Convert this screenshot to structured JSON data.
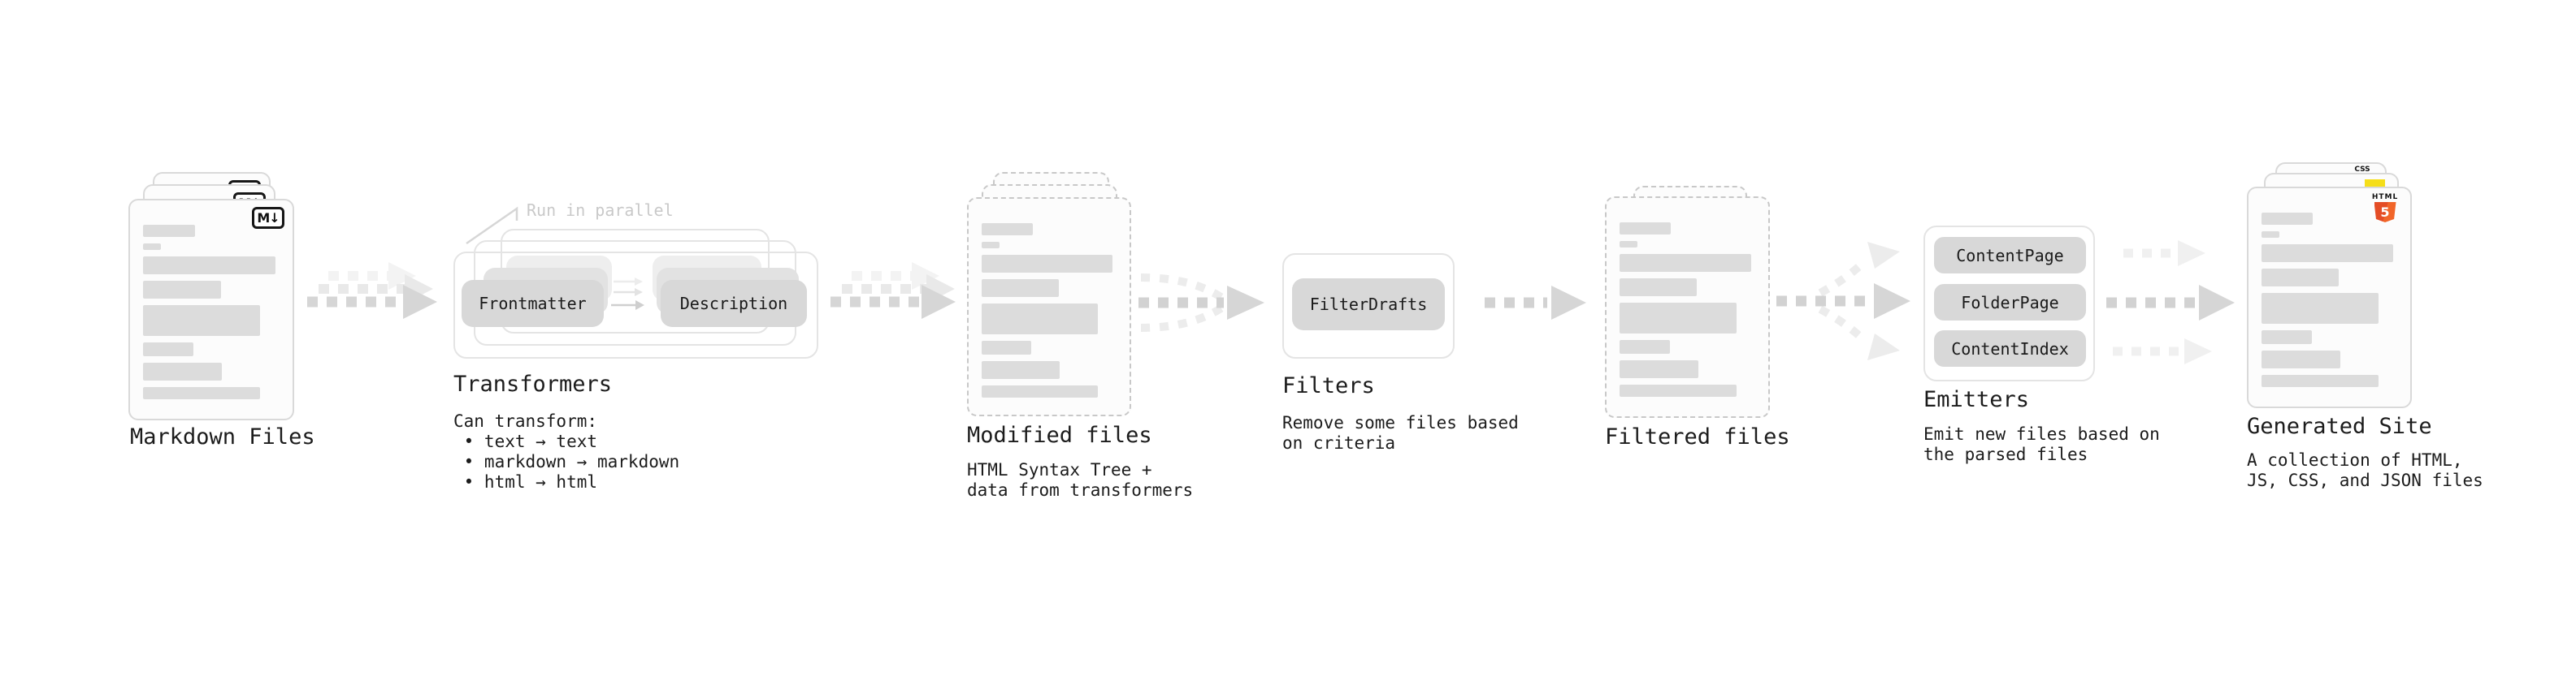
{
  "markdown": {
    "label": "Markdown Files",
    "icon_text": "M↓"
  },
  "transformers": {
    "label": "Transformers",
    "annotation": "Run in parallel",
    "buttons": {
      "frontmatter": "Frontmatter",
      "description": "Description"
    },
    "caption": "Can transform:\n • text → text\n • markdown → markdown\n • html → html"
  },
  "modified": {
    "label": "Modified files",
    "caption": "HTML Syntax Tree +\ndata from transformers"
  },
  "filters": {
    "label": "Filters",
    "button": "FilterDrafts",
    "caption": "Remove some files based\non criteria"
  },
  "filtered": {
    "label": "Filtered files"
  },
  "emitters": {
    "label": "Emitters",
    "buttons": {
      "content_page": "ContentPage",
      "folder_page": "FolderPage",
      "content_index": "ContentIndex"
    },
    "caption": "Emit new files based on\nthe parsed files"
  },
  "generated": {
    "label": "Generated Site",
    "caption": "A collection of HTML,\nJS, CSS, and JSON files",
    "badges": {
      "css": "CSS",
      "html_text": "HTML",
      "html_number": "5"
    }
  },
  "colors": {
    "text": "#1c1c1c",
    "annotation_gray": "#c9c9c9",
    "pill_gray": "#d8d8d8",
    "bar_gray": "#dcdcdc",
    "arrow_dark": "#d2d2d2",
    "arrow_light": "#ececec",
    "html5_orange": "#e44d26",
    "js_yellow": "#f5de19",
    "css_blue": "#2c65f2"
  }
}
